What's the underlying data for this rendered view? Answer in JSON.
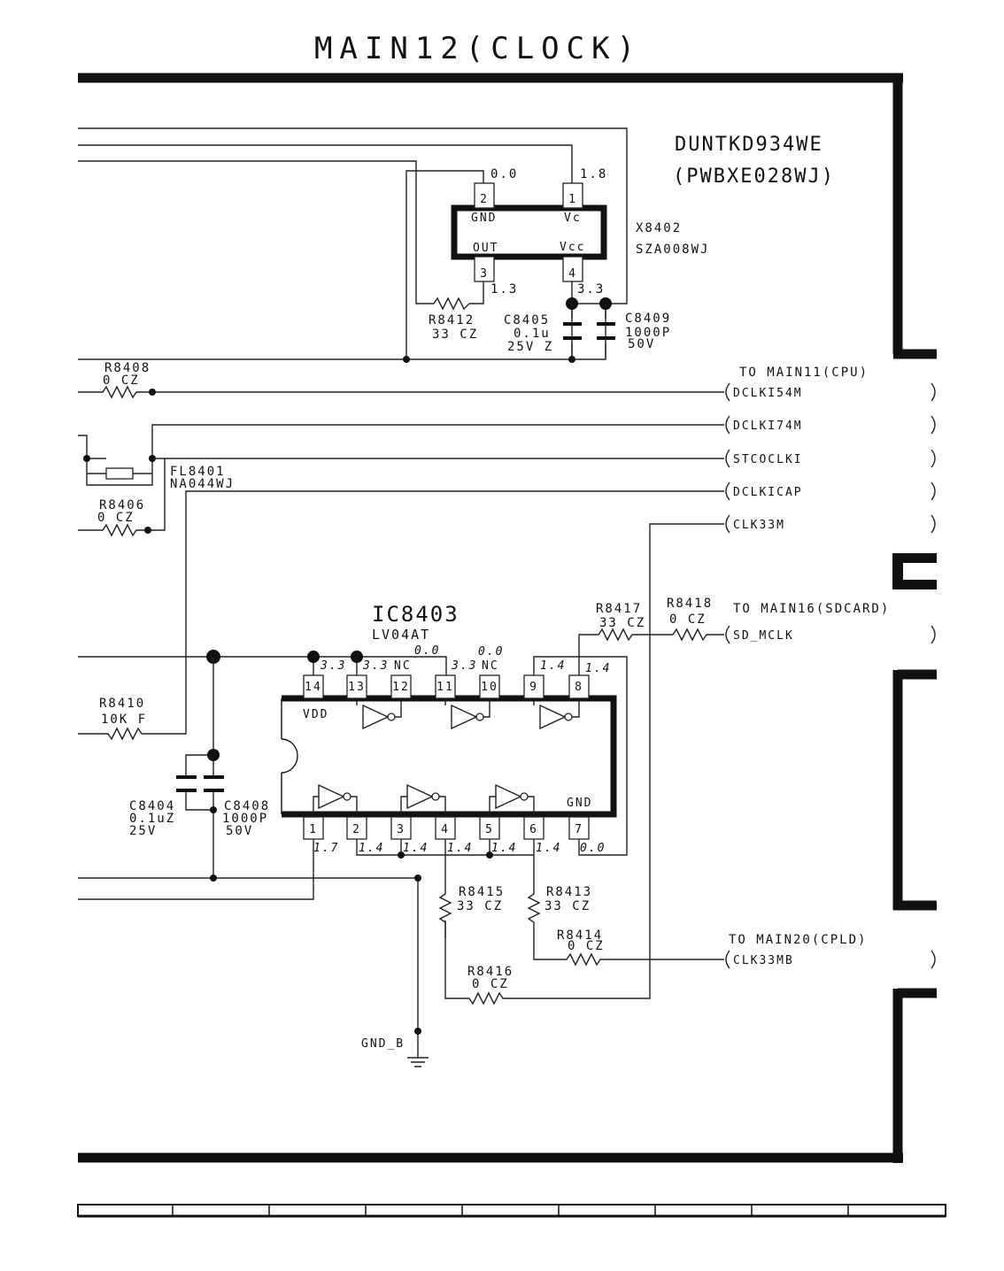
{
  "title": "MAIN12(CLOCK)",
  "board": {
    "name": "DUNTKD934WE",
    "pwb": "(PWBXE028WJ)"
  },
  "x8402": {
    "ref": "X8402",
    "part": "SZA008WJ",
    "pins": {
      "p1": "1",
      "p2": "2",
      "p3": "3",
      "p4": "4"
    },
    "labels": {
      "gnd": "GND",
      "vc": "Vc",
      "out": "OUT",
      "vcc": "Vcc"
    },
    "voltages": {
      "p2": "0.0",
      "p1": "1.8",
      "p3": "1.3",
      "p4": "3.3"
    }
  },
  "resistors": {
    "r8412": {
      "ref": "R8412",
      "value": "33 CZ"
    },
    "r8408": {
      "ref": "R8408",
      "value": "0  CZ"
    },
    "r8406": {
      "ref": "R8406",
      "value": "0  CZ"
    },
    "r8410": {
      "ref": "R8410",
      "value": "10K F"
    },
    "r8417": {
      "ref": "R8417",
      "value": "33 CZ"
    },
    "r8418": {
      "ref": "R8418",
      "value": "0 CZ"
    },
    "r8415": {
      "ref": "R8415",
      "value": "33 CZ"
    },
    "r8413": {
      "ref": "R8413",
      "value": "33 CZ"
    },
    "r8414": {
      "ref": "R8414",
      "value": "0 CZ"
    },
    "r8416": {
      "ref": "R8416",
      "value": "0 CZ"
    }
  },
  "capacitors": {
    "c8405": {
      "ref": "C8405",
      "v1": "0.1u",
      "v2": "25V Z"
    },
    "c8409": {
      "ref": "C8409",
      "v1": "1000P",
      "v2": "50V"
    },
    "c8404": {
      "ref": "C8404",
      "v1": "0.1uZ",
      "v2": "25V"
    },
    "c8408": {
      "ref": "C8408",
      "v1": "1000P",
      "v2": "50V"
    }
  },
  "filter": {
    "ref": "FL8401",
    "part": "NA044WJ"
  },
  "destinations": {
    "cpu": "TO MAIN11(CPU)",
    "sdcard": "TO MAIN16(SDCARD)",
    "cpld": "TO MAIN20(CPLD)"
  },
  "signals": {
    "dclki54m": "DCLKI54M",
    "dclki74m": "DCLKI74M",
    "stcoclki": "STCOCLKI",
    "dclkicap": "DCLKICAP",
    "clk33m": "CLK33M",
    "sd_mclk": "SD_MCLK",
    "clk33mb": "CLK33MB"
  },
  "ic8403": {
    "ref": "IC8403",
    "part": "LV04AT",
    "vdd": "VDD",
    "gnd": "GND",
    "top_pins": [
      "14",
      "13",
      "12",
      "11",
      "10",
      "9",
      "8"
    ],
    "bottom_pins": [
      "1",
      "2",
      "3",
      "4",
      "5",
      "6",
      "7"
    ],
    "v_top": {
      "p14": "3.3",
      "p13": "3.3",
      "nc1": "NC",
      "p11": "3.3",
      "nc2": "NC",
      "p9": "1.4",
      "p8": "1.4"
    },
    "v_above": {
      "a": "0.0",
      "b": "0.0"
    },
    "v_bottom": {
      "p1": "1.7",
      "p2": "1.4",
      "p3": "1.4",
      "p4": "1.4",
      "p5": "1.4",
      "p6": "1.4",
      "p7": "0.0"
    }
  },
  "ground": "GND_B"
}
